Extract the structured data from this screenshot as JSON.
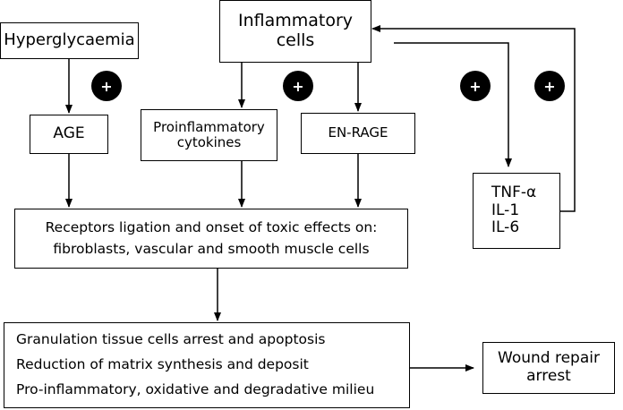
{
  "nodes": {
    "hyperglycaemia": "Hyperglycaemia",
    "inflammatory_cells": [
      "Inflammatory",
      "cells"
    ],
    "age": "AGE",
    "proinflammatory_cytokines": [
      "Proinflammatory",
      "cytokines"
    ],
    "en_rage": "EN-RAGE",
    "cytokine_list": [
      "TNF-α",
      "IL-1",
      "IL-6"
    ],
    "receptors_ligation": [
      "Receptors ligation and onset of toxic effects on:",
      "fibroblasts, vascular and smooth muscle cells"
    ],
    "effects": [
      "Granulation tissue cells arrest and apoptosis",
      "Reduction of matrix synthesis and deposit",
      "Pro-inflammatory, oxidative and degradative milieu"
    ],
    "wound_repair_arrest": [
      "Wound repair",
      "arrest"
    ]
  },
  "markers": {
    "plus_symbol": "+"
  },
  "colors": {
    "stroke": "#000000",
    "background": "#ffffff",
    "marker_fill": "#000000",
    "marker_text": "#ffffff"
  }
}
